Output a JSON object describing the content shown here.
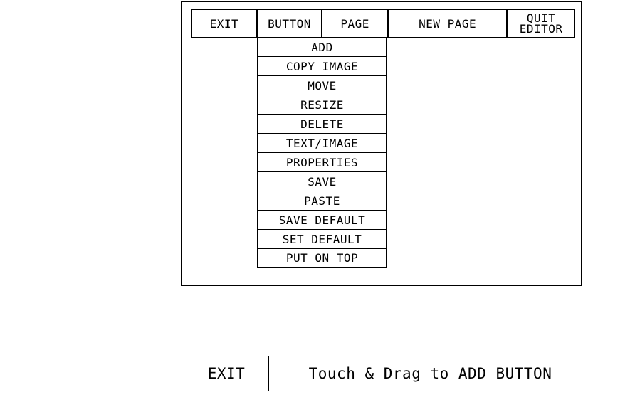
{
  "editor": {
    "menubar": {
      "exit": "EXIT",
      "button": "BUTTON",
      "page": "PAGE",
      "new_page": "NEW PAGE",
      "quit_line1": "QUIT",
      "quit_line2": "EDITOR"
    },
    "button_menu": {
      "items": [
        "ADD",
        "COPY IMAGE",
        "MOVE",
        "RESIZE",
        "DELETE",
        "TEXT/IMAGE",
        "PROPERTIES",
        "SAVE",
        "PASTE",
        "SAVE DEFAULT",
        "SET DEFAULT",
        "PUT ON TOP"
      ]
    }
  },
  "status": {
    "exit": "EXIT",
    "message": "Touch & Drag to ADD BUTTON"
  }
}
